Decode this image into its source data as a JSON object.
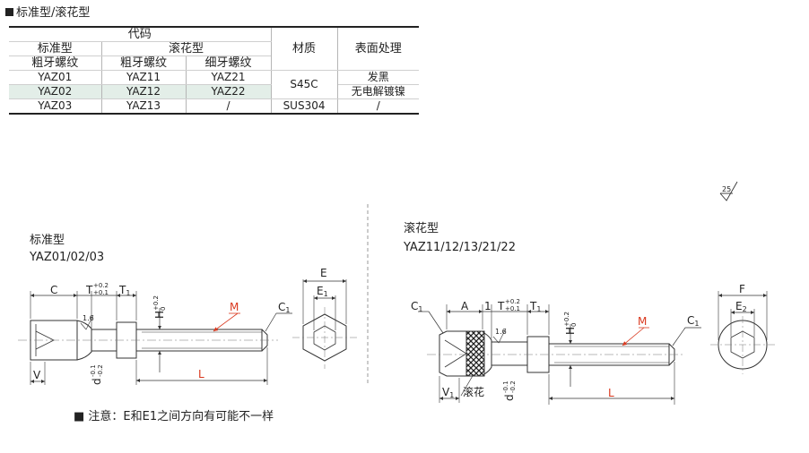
{
  "heading": "标准型/滚花型",
  "table": {
    "h_code": "代码",
    "h_standard": "标准型",
    "h_knurled": "滚花型",
    "h_material": "材质",
    "h_surface": "表面处理",
    "h_coarse1": "粗牙螺纹",
    "h_coarse2": "粗牙螺纹",
    "h_fine": "细牙螺纹",
    "rows": [
      {
        "std": "YAZ01",
        "knc": "YAZ11",
        "knf": "YAZ21",
        "surface": "发黑"
      },
      {
        "std": "YAZ02",
        "knc": "YAZ12",
        "knf": "YAZ22",
        "surface": "无电解镀镍"
      },
      {
        "std": "YAZ03",
        "knc": "YAZ13",
        "knf": "/",
        "material": "SUS304",
        "surface": "/"
      }
    ],
    "material_s45c": "S45C"
  },
  "roughness": "25",
  "standard": {
    "title": "标准型",
    "codes": "YAZ01/02/03",
    "dims": {
      "C": "C",
      "T": "T",
      "T_tol_up": "+0.2",
      "T_tol_lo": "+0.1",
      "T1": "T",
      "T1_sub": "1",
      "H": "H",
      "H_tol_up": "+0.2",
      "H_tol_lo": "0",
      "M": "M",
      "C1": "C",
      "C1_sub": "1",
      "rough": "1.6",
      "d": "d",
      "d_tol_up": "-0.1",
      "d_tol_lo": "-0.2",
      "V": "V",
      "L": "L",
      "E": "E",
      "E1": "E",
      "E1_sub": "1"
    }
  },
  "knurled": {
    "title": "滚花型",
    "codes": "YAZ11/12/13/21/22",
    "dims": {
      "C1": "C",
      "C1_sub": "1",
      "A": "A",
      "one": "1",
      "T": "T",
      "T_tol_up": "+0.2",
      "T_tol_lo": "+0.1",
      "T1": "T",
      "T1_sub": "1",
      "H": "H",
      "H_tol_up": "+0.2",
      "H_tol_lo": "0",
      "M": "M",
      "C1b": "C",
      "C1b_sub": "1",
      "rough": "1.6",
      "V1": "V",
      "V1_sub": "1",
      "knurl": "滚花",
      "d": "d",
      "d_tol_up": "-0.1",
      "d_tol_lo": "-0.2",
      "L": "L",
      "F": "F",
      "E2": "E",
      "E2_sub": "2"
    }
  },
  "note": "■ 注意：E和E1之间方向有可能不一样",
  "colors": {
    "accent": "#d9381e",
    "line": "#333333",
    "center": "#777777"
  }
}
